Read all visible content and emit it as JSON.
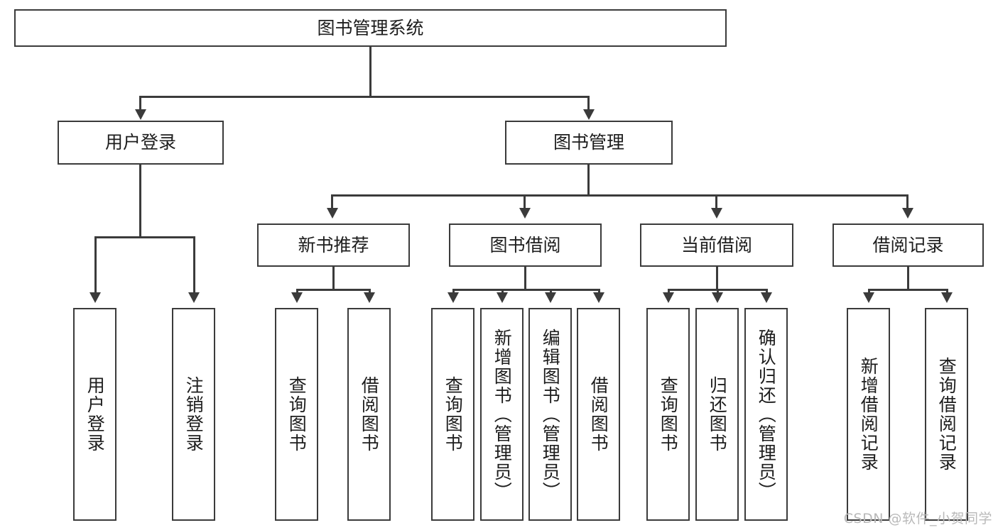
{
  "diagram": {
    "title": "图书管理系统",
    "type": "hierarchy-tree",
    "watermark": "CSDN @软件_小贺同学",
    "colors": {
      "background": "#ffffff",
      "border": "#3b3b3b",
      "text": "#1d1d1d",
      "watermark": "#b9b9b9"
    },
    "levels": {
      "level1": [
        {
          "id": "root",
          "label": "图书管理系统"
        }
      ],
      "level2": [
        {
          "id": "user-login",
          "label": "用户登录"
        },
        {
          "id": "book-manage",
          "label": "图书管理"
        }
      ],
      "level3": [
        {
          "id": "new-book-rec",
          "label": "新书推荐"
        },
        {
          "id": "book-borrow",
          "label": "图书借阅"
        },
        {
          "id": "current-borrow",
          "label": "当前借阅"
        },
        {
          "id": "borrow-record",
          "label": "借阅记录"
        }
      ],
      "level4": {
        "user-login": [
          {
            "id": "leaf-user-login",
            "label": "用户登录"
          },
          {
            "id": "leaf-user-logout",
            "label": "注销登录"
          }
        ],
        "new-book-rec": [
          {
            "id": "leaf-query-book-1",
            "label": "查询图书"
          },
          {
            "id": "leaf-borrow-book-1",
            "label": "借阅图书"
          }
        ],
        "book-borrow": [
          {
            "id": "leaf-query-book-2",
            "label": "查询图书"
          },
          {
            "id": "leaf-add-book",
            "label": "新增图书（管理员）"
          },
          {
            "id": "leaf-edit-book",
            "label": "编辑图书（管理员）"
          },
          {
            "id": "leaf-borrow-book-2",
            "label": "借阅图书"
          }
        ],
        "current-borrow": [
          {
            "id": "leaf-query-book-3",
            "label": "查询图书"
          },
          {
            "id": "leaf-return-book",
            "label": "归还图书"
          },
          {
            "id": "leaf-confirm-return",
            "label": "确认归还（管理员）"
          }
        ],
        "borrow-record": [
          {
            "id": "leaf-add-record",
            "label": "新增借阅记录"
          },
          {
            "id": "leaf-query-record",
            "label": "查询借阅记录"
          }
        ]
      }
    }
  }
}
